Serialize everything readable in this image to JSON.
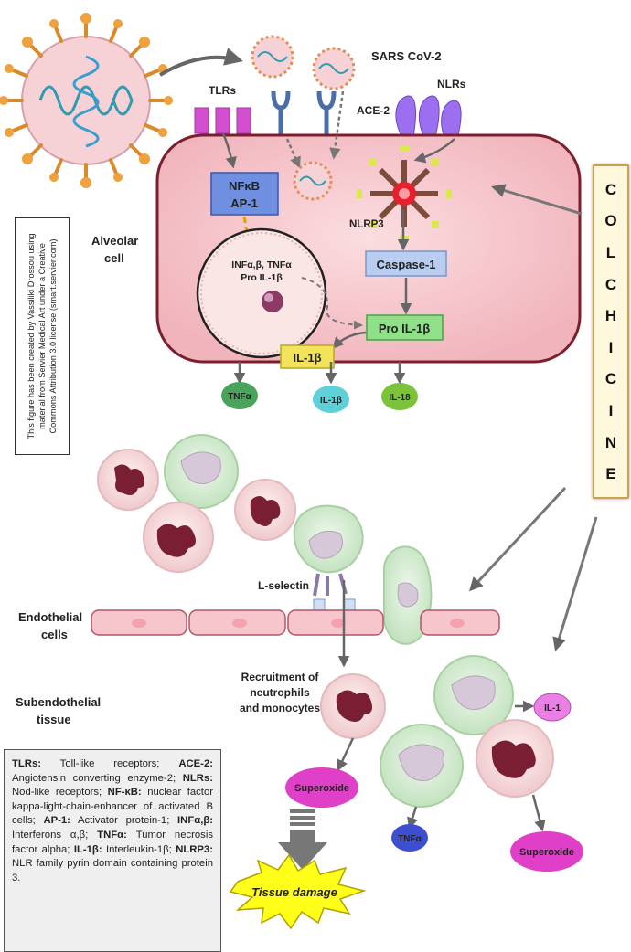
{
  "labels": {
    "sars": "SARS CoV-2",
    "tlrs": "TLRs",
    "nlrs": "NLRs",
    "ace2": "ACE-2",
    "alveolar_line1": "Alveolar",
    "alveolar_line2": "cell",
    "nfkb": "NFκB",
    "ap1": "AP-1",
    "nucleus_line1": "INFα,β, TNFα",
    "nucleus_line2": "Pro IL-1β",
    "nlrp3": "NLRP3",
    "caspase1": "Caspase-1",
    "pro_il1b": "Pro IL-1β",
    "il1b_box": "IL-1β",
    "tnfa_circle": "TNFα",
    "il1b_circle": "IL-1β",
    "il18_circle": "IL-18",
    "lselectin": "L-selectin",
    "endothelial_line1": "Endothelial",
    "endothelial_line2": "cells",
    "subendothelial_line1": "Subendothelial",
    "subendothelial_line2": "tissue",
    "recruitment_line1": "Recruitment of",
    "recruitment_line2": "neutrophils",
    "recruitment_line3": "and monocytes",
    "il1": "IL-1",
    "superoxide_left": "Superoxide",
    "superoxide_right": "Superoxide",
    "tnfa_bottom": "TNFα",
    "tissue_damage": "Tissue damage"
  },
  "credit": "This figure has been created by Vassiliki Drossou using material from Servier Medical Art under a Creative Commons Attribution 3.0 license (smart.servier.com)",
  "colchicine": [
    "C",
    "O",
    "L",
    "C",
    "H",
    "I",
    "C",
    "I",
    "N",
    "E"
  ],
  "legend": [
    {
      "term": "TLRs:",
      "desc": " Toll-like receptors; "
    },
    {
      "term": "ACE-2:",
      "desc": " Angiotensin converting enzyme-2; "
    },
    {
      "term": "NLRs:",
      "desc": " Nod-like receptors; "
    },
    {
      "term": "NF-κB:",
      "desc": " nuclear factor kappa-light-chain-enhancer of activated B cells; "
    },
    {
      "term": "AP-1:",
      "desc": " Activator protein-1; "
    },
    {
      "term": "INFα,β:",
      "desc": " Interferons α,β; "
    },
    {
      "term": "TNFα:",
      "desc": " Tumor necrosis factor alpha; "
    },
    {
      "term": "IL-1β:",
      "desc": " Interleukin-1β; "
    },
    {
      "term": "NLRP3:",
      "desc": " NLR family pyrin domain containing protein 3."
    }
  ],
  "colors": {
    "cell_fill": "#f6c6cc",
    "cell_border": "#7a1f2b",
    "nfkb_box": "#6f8fe0",
    "caspase_box": "#b8cdef",
    "pro_il1b_box": "#8fe089",
    "il1b_box": "#f2e35a",
    "tnfa_circle": "#4aa35b",
    "il1b_circle": "#5fd0d8",
    "il18_circle": "#7cc23a",
    "superoxide": "#e040c8",
    "tnfa_bottom": "#3d4fd0",
    "tissue_damage": "#ffff1a",
    "colchicine_bg": "#fff8dc",
    "neutrophil_nucleus": "#7a1f33",
    "monocyte_fill": "#cfe8cc"
  }
}
